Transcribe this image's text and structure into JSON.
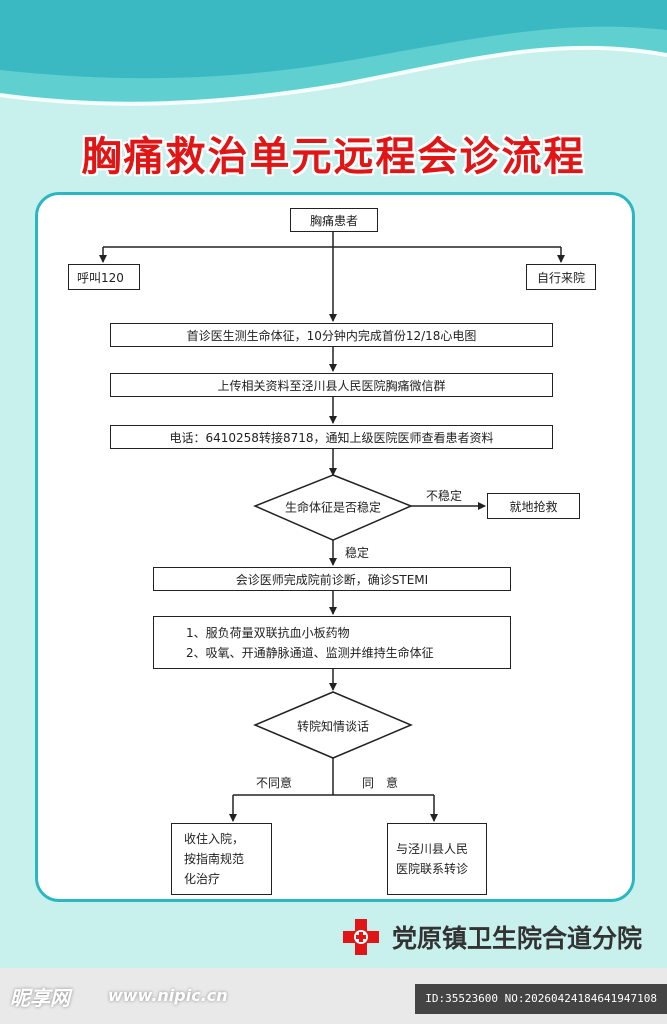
{
  "title": "胸痛救治单元远程会诊流程",
  "colors": {
    "title": "#e01515",
    "accent": "#2bb7c2",
    "background": "#c8f1ee"
  },
  "flow": {
    "start": "胸痛患者",
    "call_120": "呼叫120",
    "self_arrival": "自行来院",
    "step1": "首诊医生测生命体征，10分钟内完成首份12/18心电图",
    "step2": "上传相关资料至泾川县人民医院胸痛微信群",
    "step3": "电话：6410258转接8718，通知上级医院医师查看患者资料",
    "decision1": "生命体征是否稳定",
    "unstable_label": "不稳定",
    "rescue": "就地抢救",
    "stable_label": "稳定",
    "step4": "会诊医师完成院前诊断，确诊STEMI",
    "treatment": [
      "1、服负荷量双联抗血小板药物",
      "2、吸氧、开通静脉通道、监测并维持生命体征"
    ],
    "decision2": "转院知情谈话",
    "disagree_label": "不同意",
    "agree_label": "同　意",
    "admit": [
      "收住入院，",
      "按指南规范",
      "化治疗"
    ],
    "transfer": [
      "与泾川县人民",
      "医院联系转诊"
    ]
  },
  "hospital": {
    "name": "党原镇卫生院合道分院",
    "logo_icon": "red-cross-icon"
  },
  "watermark": {
    "site": "昵享网",
    "url": "www.nipic.cn",
    "id": "ID:35523600 NO:20260424184641947108"
  }
}
